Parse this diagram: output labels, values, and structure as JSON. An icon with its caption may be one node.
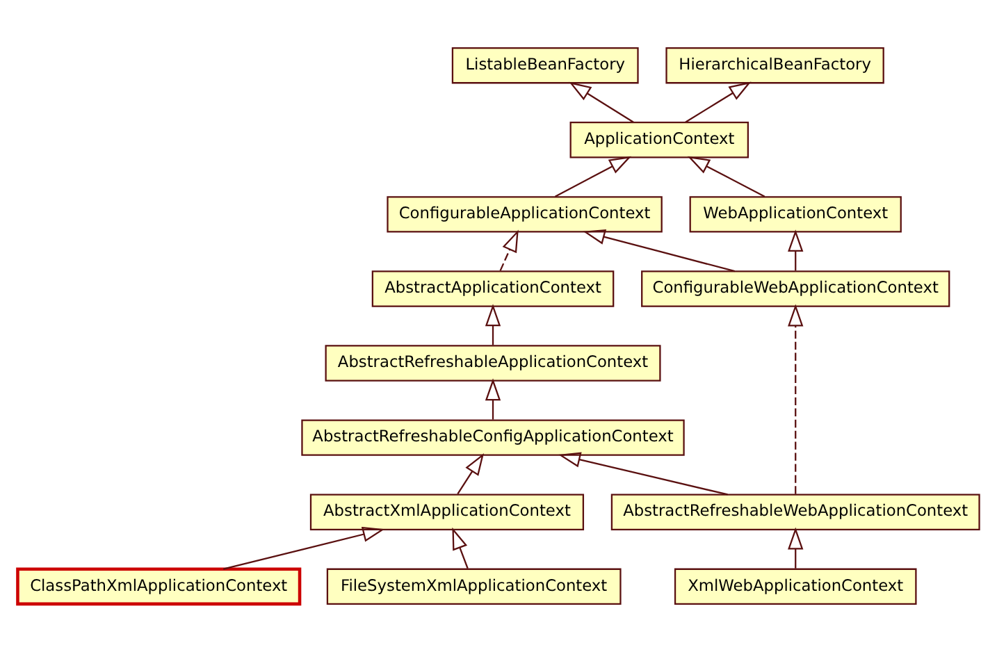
{
  "diagram": {
    "nodes": [
      {
        "text": [
          "ListableBeanFactory"
        ]
      },
      {
        "text": [
          "HierarchicalBeanFactory"
        ]
      },
      {
        "text": [
          "ApplicationContext"
        ]
      },
      {
        "text": [
          "ConfigurableApplicationContext"
        ]
      },
      {
        "text": [
          "WebApplicationContext"
        ]
      },
      {
        "text": [
          "AbstractApplicationContext"
        ]
      },
      {
        "text": [
          "ConfigurableWebApplicationContext"
        ]
      },
      {
        "text": [
          "AbstractRefreshableApplicationContext"
        ]
      },
      {
        "text": [
          "AbstractRefreshableConfigApplicationContext"
        ]
      },
      {
        "text": [
          "AbstractXmlApplicationContext"
        ]
      },
      {
        "text": [
          "AbstractRefreshableWebApplicationContext"
        ]
      },
      {
        "text": [
          "ClassPathXmlApplicationContext"
        ]
      },
      {
        "text": [
          "FileSystemXmlApplicationContext"
        ]
      },
      {
        "text": [
          "XmlWebApplicationContext"
        ]
      }
    ],
    "edges": [
      {
        "from": 2,
        "to": 0,
        "arrow": "to"
      },
      {
        "from": 2,
        "to": 1,
        "arrow": "to"
      },
      {
        "from": 3,
        "to": 2,
        "arrow": "to"
      },
      {
        "from": 4,
        "to": 2,
        "arrow": "to"
      },
      {
        "from": 5,
        "to": 3,
        "arrow": "to",
        "style": "dashed"
      },
      {
        "from": 6,
        "to": 3,
        "arrow": "to"
      },
      {
        "from": 6,
        "to": 4,
        "arrow": "to"
      },
      {
        "from": 7,
        "to": 5,
        "arrow": "to"
      },
      {
        "from": 8,
        "to": 7,
        "arrow": "to"
      },
      {
        "from": 9,
        "to": 8,
        "arrow": "to"
      },
      {
        "from": 10,
        "to": 8,
        "arrow": "to"
      },
      {
        "from": 10,
        "to": 6,
        "arrow": "to",
        "style": "dashed"
      },
      {
        "from": 11,
        "to": 9,
        "arrow": "to"
      },
      {
        "from": 12,
        "to": 9,
        "arrow": "to"
      },
      {
        "from": 13,
        "to": 10,
        "arrow": "to"
      }
    ]
  }
}
